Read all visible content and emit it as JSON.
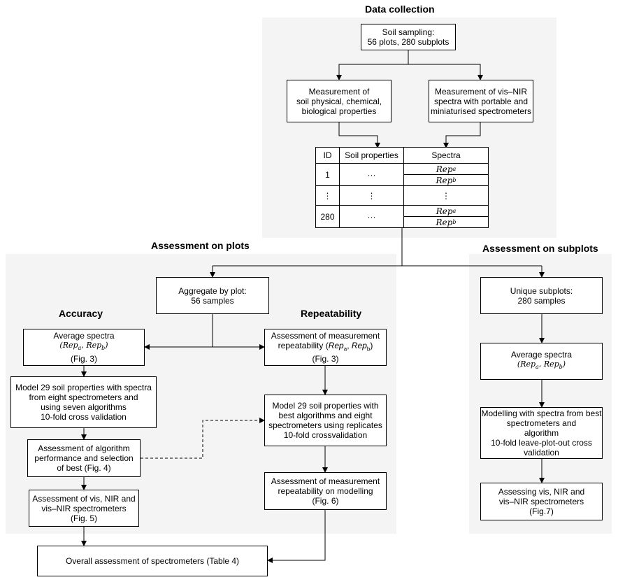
{
  "sections": {
    "data_collection": "Data collection",
    "plots": "Assessment on plots",
    "subplots": "Assessment on subplots",
    "accuracy": "Accuracy",
    "repeatability": "Repeatability"
  },
  "boxes": {
    "soil_sampling": [
      "Soil sampling:",
      "56 plots, 280 subplots"
    ],
    "measure_props": [
      "Measurement of",
      "soil physical, chemical,",
      "biological properties"
    ],
    "measure_spectra": [
      "Measurement of vis–NIR",
      "spectra with portable and",
      "miniaturised spectrometers"
    ],
    "aggregate": [
      "Aggregate by plot:",
      "56 samples"
    ],
    "unique_subplots": [
      "Unique subplots:",
      "280 samples"
    ],
    "avg_spectra_acc": [
      "Average spectra",
      "(Rep_a, Rep_b)",
      "(Fig. 3)"
    ],
    "assess_rep": [
      "Assessment of measurement",
      "repeatability (Rep_a, Rep_b)",
      "(Fig. 3)"
    ],
    "model_acc": [
      "Model 29 soil properties with spectra",
      "from eight spectrometers and",
      "using seven algorithms",
      "10-fold cross validation"
    ],
    "model_rep": [
      "Model 29 soil properties with",
      "best algorithms and eight",
      "spectrometers using replicates",
      "10-fold crossvalidation"
    ],
    "assess_algo": [
      "Assessment of algorithm",
      "performance and selection",
      "of best  (Fig. 4)"
    ],
    "assess_rep_model": [
      "Assessment of measurement",
      "repeatability on modelling",
      "(Fig. 6)"
    ],
    "assess_vis": [
      "Assessment of vis, NIR and",
      "vis–NIR spectrometers",
      "(Fig. 5)"
    ],
    "overall": [
      "Overall assessment of spectrometers (Table 4)"
    ],
    "avg_spectra_sub": [
      "Average spectra",
      "(Rep_a, Rep_b)"
    ],
    "modelling_sub": [
      "Modelling with spectra from best",
      "spectrometers and",
      "algorithm",
      "10-fold leave-plot-out cross",
      "validation"
    ],
    "assessing_sub": [
      "Assessing vis, NIR and",
      "vis–NIR spectrometers",
      "(Fig.7)"
    ]
  },
  "table": {
    "headers": [
      "ID",
      "Soil properties",
      "Spectra"
    ],
    "rows": [
      {
        "id": "1",
        "props": "···",
        "spectra": [
          "Rep_a",
          "Rep_b"
        ]
      },
      {
        "id": "⋮",
        "props": "⋮",
        "spectra": [
          "⋮"
        ]
      },
      {
        "id": "280",
        "props": "···",
        "spectra": [
          "Rep_a",
          "Rep_b"
        ]
      }
    ]
  }
}
